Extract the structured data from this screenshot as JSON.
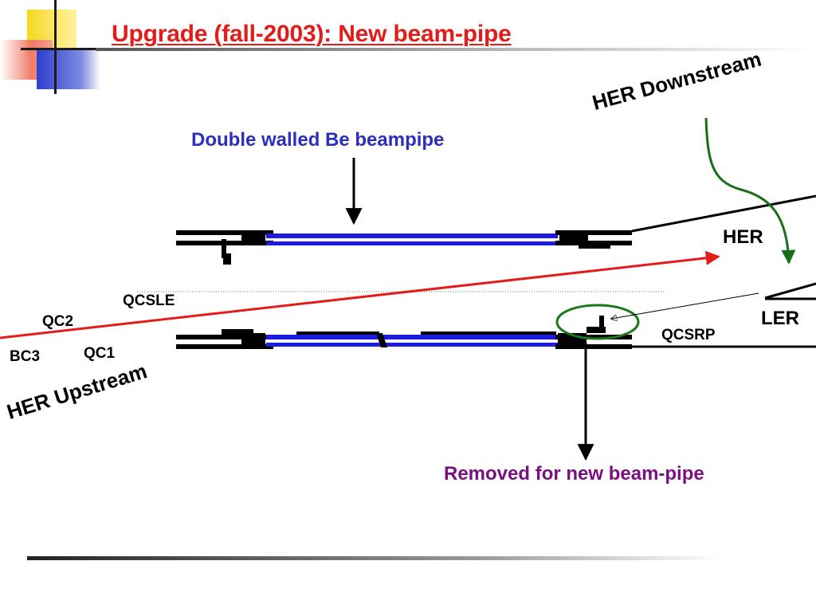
{
  "slide": {
    "title": "Upgrade (fall-2003): New beam-pipe"
  },
  "labels": {
    "double_walled": "Double walled Be beampipe",
    "her_downstream": "HER Downstream",
    "her": "HER",
    "ler": "LER",
    "qcsle": "QCSLE",
    "qcsrp": "QCSRP",
    "qc2": "QC2",
    "qc1": "QC1",
    "bc3": "BC3",
    "her_upstream": "HER Upstream",
    "removed": "Removed for new beam-pipe"
  },
  "colors": {
    "title": "#e31b1b",
    "beampipe": "#1c1ce0",
    "her_beam": "#e31b1b",
    "downstream_arrow": "#1a6e1a",
    "highlight_circle": "#1a7a1a",
    "double_walled_label": "#2b2fbf",
    "removed_label": "#7a1080"
  }
}
